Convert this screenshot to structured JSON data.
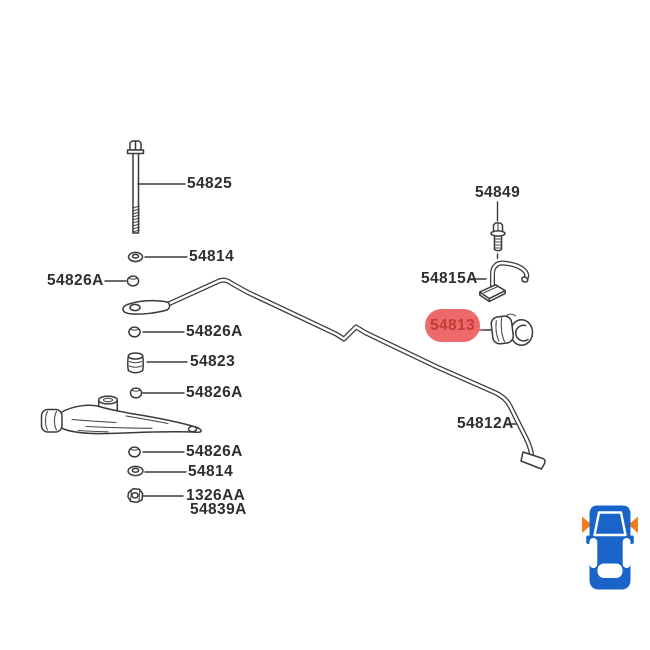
{
  "diagram": {
    "line_color": "#3A3A3A",
    "text_color": "#2E2E2E",
    "labels": {
      "bolt_54825": "54825",
      "washer_54814_upper": "54814",
      "spacer_54826a_left": "54826A",
      "spacer_54826a_mid_upper": "54826A",
      "bushing_54823": "54823",
      "spacer_54826a_mid_lower": "54826A",
      "spacer_54826a_lower": "54826A",
      "washer_54814_lower": "54814",
      "nut_1326aa": "1326AA",
      "nut_alt_54839a": "54839A",
      "bolt_54849": "54849",
      "bracket_54815a": "54815A",
      "stabilizer_bar_54812a": "54812A"
    },
    "highlight": {
      "part_number": "54813",
      "background": "#EC6A6A",
      "text_color": "#C23A3A"
    }
  },
  "vehicle_locator": {
    "icon": "car-top-view",
    "body_color": "#1A63C9",
    "window_color": "#FFFFFF",
    "arrow_color": "#F07E1E"
  }
}
